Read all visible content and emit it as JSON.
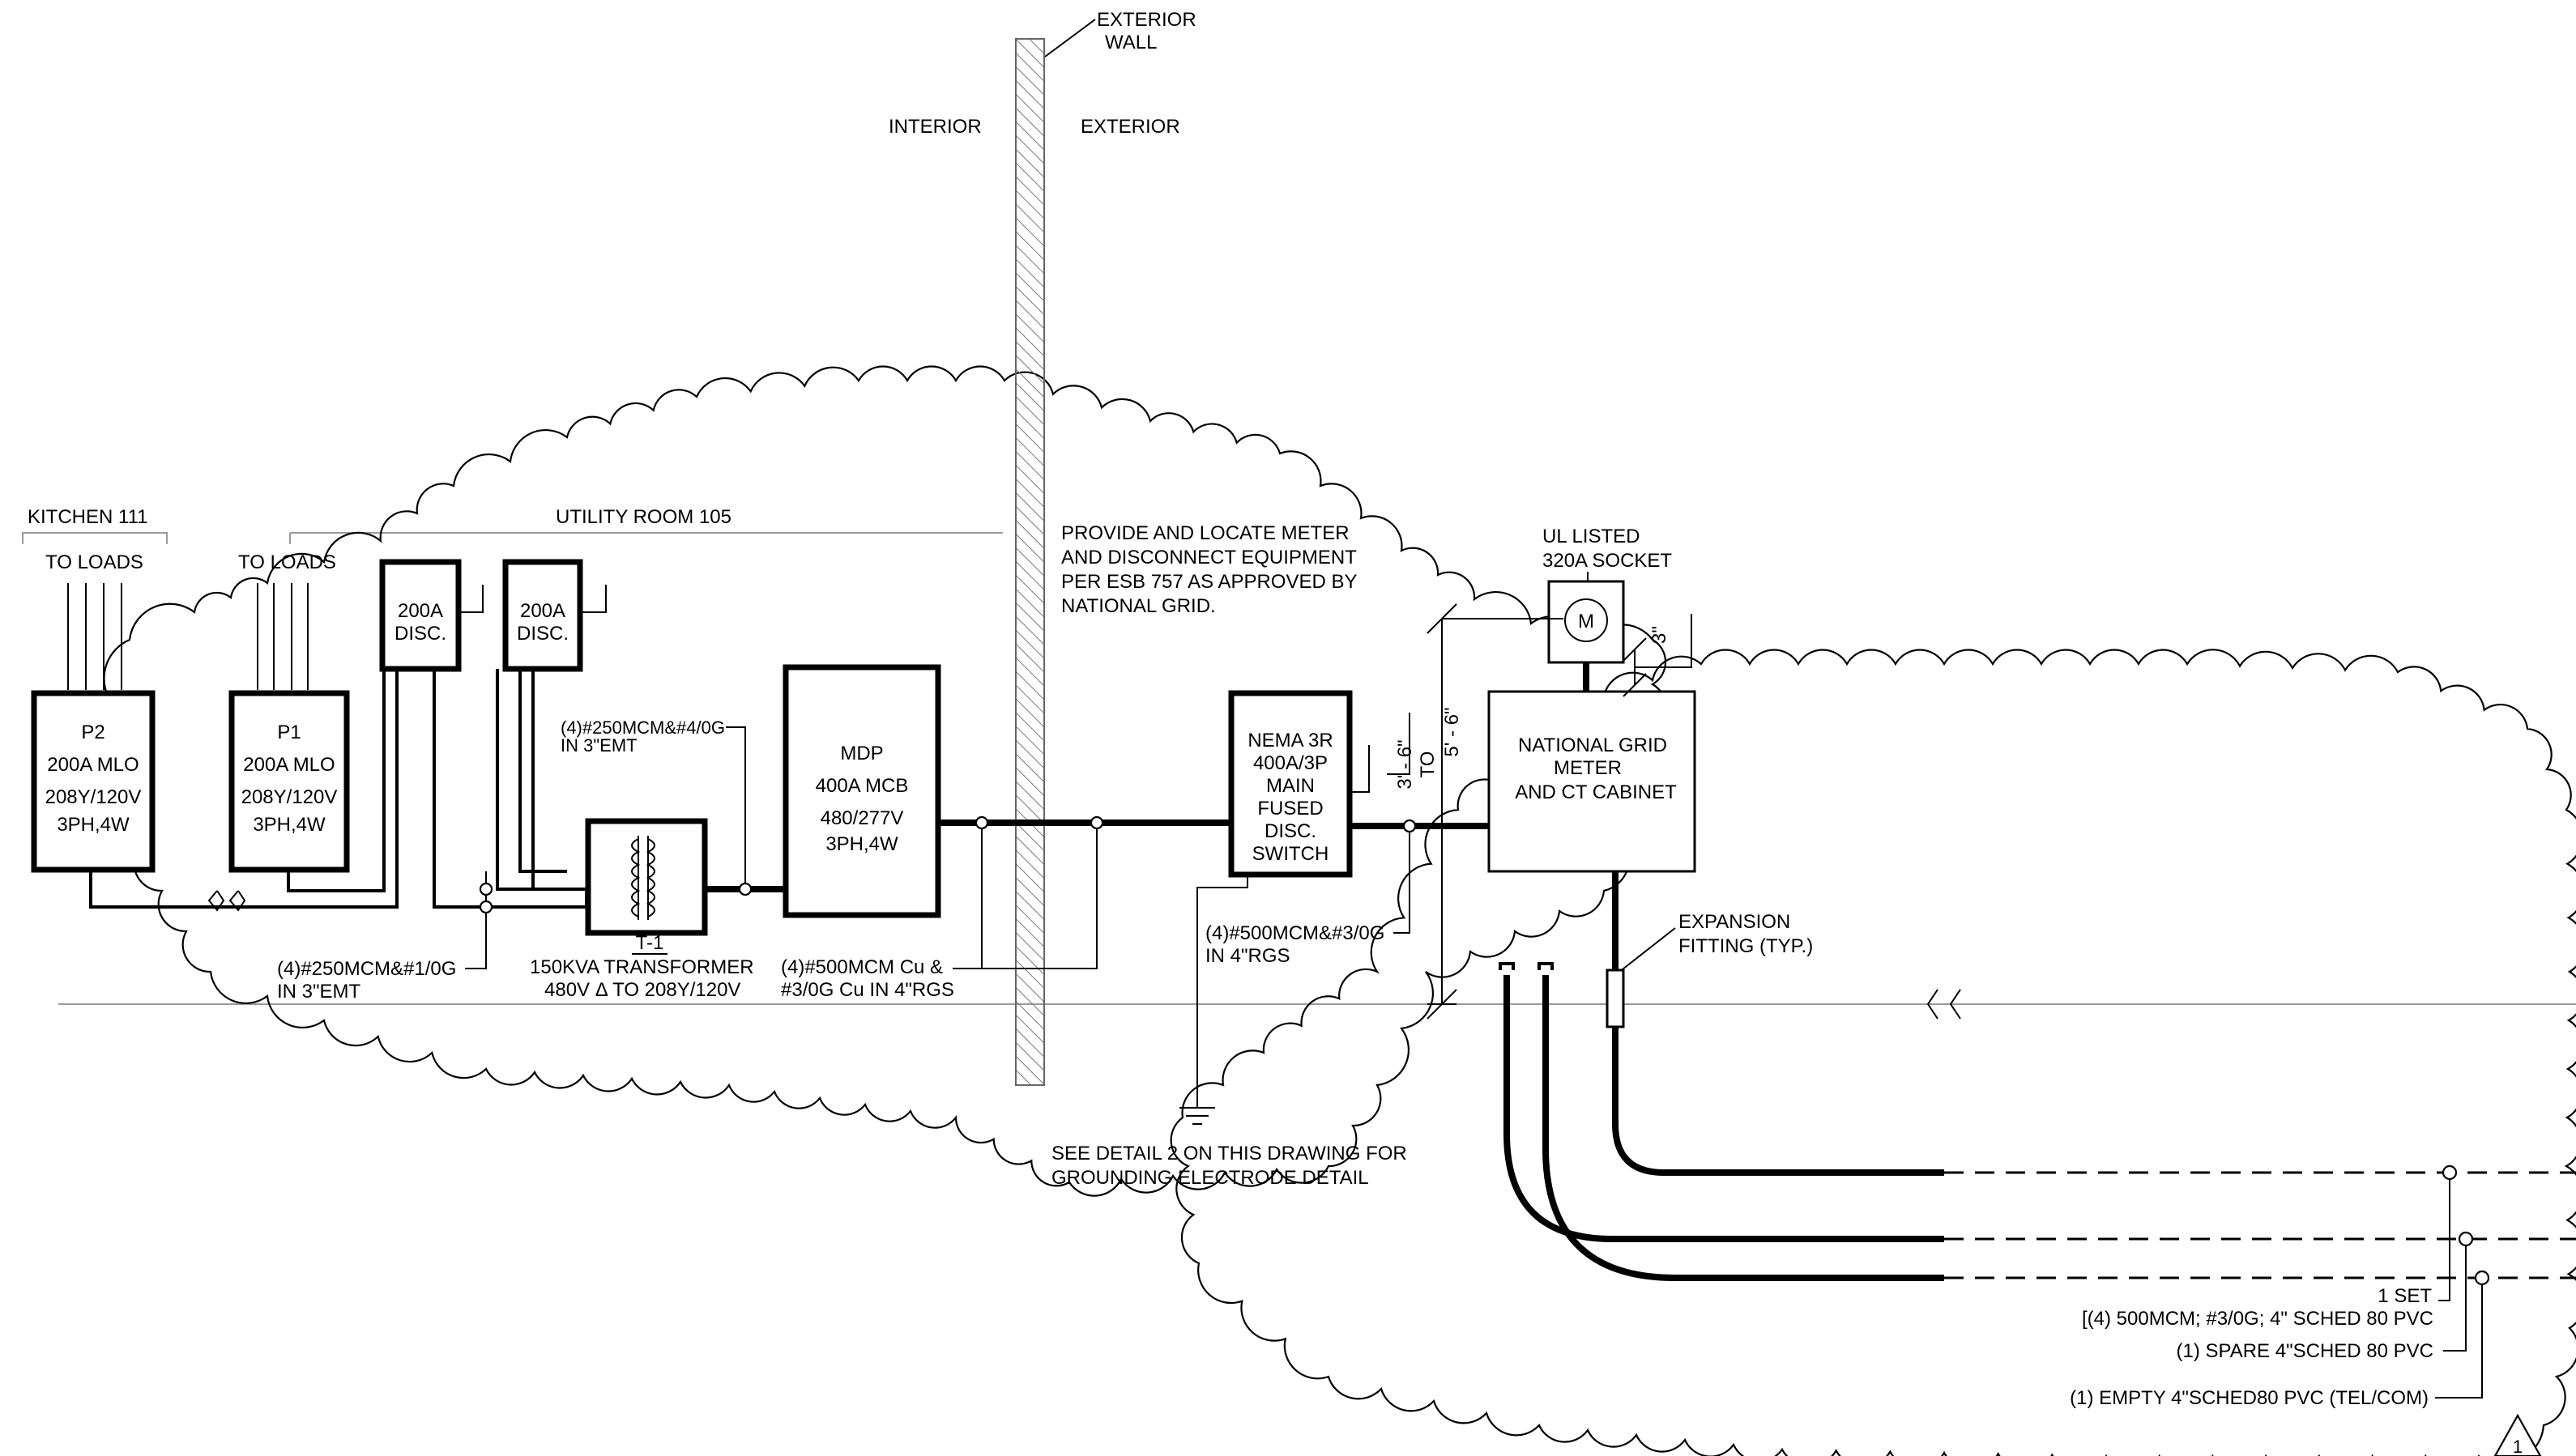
{
  "wall": {
    "label_line1": "EXTERIOR",
    "label_line2": "WALL",
    "interior_label": "INTERIOR",
    "exterior_label": "EXTERIOR"
  },
  "rooms": {
    "kitchen": "KITCHEN 111",
    "utility": "UTILITY ROOM 105"
  },
  "to_loads": "TO LOADS",
  "panels": {
    "p2": {
      "name": "P2",
      "rating": "200A MLO",
      "voltage": "208Y/120V",
      "phase": "3PH,4W"
    },
    "p1": {
      "name": "P1",
      "rating": "200A MLO",
      "voltage": "208Y/120V",
      "phase": "3PH,4W"
    }
  },
  "disconnects": {
    "disc1": {
      "line1": "200A",
      "line2": "DISC."
    },
    "disc2": {
      "line1": "200A",
      "line2": "DISC."
    }
  },
  "transformer": {
    "tag": "T-1",
    "rating": "150KVA TRANSFORMER",
    "voltage": "480V Δ TO 208Y/120V"
  },
  "mdp": {
    "name": "MDP",
    "rating": "400A MCB",
    "voltage": "480/277V",
    "phase": "3PH,4W"
  },
  "nema": {
    "line1": "NEMA 3R",
    "line2": "400A/3P",
    "line3": "MAIN",
    "line4": "FUSED",
    "line5": "DISC.",
    "line6": "SWITCH"
  },
  "meter_cabinet": {
    "line1": "NATIONAL GRID",
    "line2": "METER",
    "line3": "AND CT CABINET"
  },
  "meter_symbol": "M",
  "socket": {
    "line1": "UL LISTED",
    "line2": "320A SOCKET"
  },
  "notes": {
    "provide": [
      "PROVIDE AND LOCATE METER",
      "AND DISCONNECT EQUIPMENT",
      "PER ESB 757 AS APPROVED BY",
      "NATIONAL GRID."
    ],
    "grounding": [
      "SEE DETAIL 2 ON THIS DRAWING FOR",
      "GROUNDING ELECTRODE DETAIL"
    ],
    "expansion": [
      "EXPANSION",
      "FITTING (TYP.)"
    ]
  },
  "conductors": {
    "c1": [
      "(4)#250MCM&#4/0G",
      "IN 3\"EMT"
    ],
    "c2": [
      "(4)#250MCM&#1/0G",
      "IN 3\"EMT"
    ],
    "c3": [
      "(4)#500MCM Cu &",
      "#3/0G Cu IN 4\"RGS"
    ],
    "c4": [
      "(4)#500MCM&#3/0G",
      "IN 4\"RGS"
    ]
  },
  "dimensions": {
    "d1": "3' - 6\"",
    "d_to": "TO",
    "d2": "5' - 6\"",
    "d3": "3\""
  },
  "conduits": {
    "set_line1": "1 SET",
    "set_line2": "[(4) 500MCM; #3/0G; 4\" SCHED 80 PVC",
    "spare": "(1) SPARE 4\"SCHED 80 PVC",
    "empty": "(1) EMPTY 4\"SCHED80 PVC (TEL/COM)"
  },
  "detail_number": "1"
}
